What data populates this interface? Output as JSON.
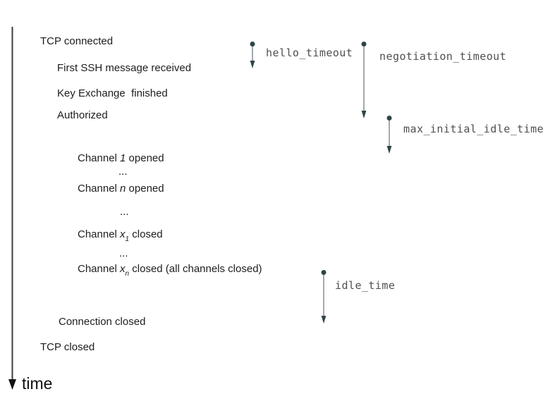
{
  "colors": {
    "background": "#ffffff",
    "event_text": "#1d1d1d",
    "timeout_label_text": "#4f4f4f",
    "timeout_marker": "#2f4447",
    "timeout_line": "#8a949a",
    "time_axis_line": "#3d3d3d",
    "time_axis_head": "#111111"
  },
  "time_axis": {
    "label": "time"
  },
  "events": {
    "tcp_connected": "TCP connected",
    "first_ssh": "First SSH message received",
    "key_exchange": "Key Exchange  finished",
    "authorized": "Authorized",
    "ellipsis": "...",
    "connection_closed": "Connection closed",
    "tcp_closed": "TCP closed"
  },
  "channel_events": [
    {
      "prefix": "Channel ",
      "variable": "1",
      "subscript": "",
      "suffix": " opened"
    },
    {
      "prefix": "Channel ",
      "variable": "n",
      "subscript": "",
      "suffix": " opened"
    },
    {
      "prefix": "Channel ",
      "variable": "x",
      "subscript": "1",
      "suffix": " closed"
    },
    {
      "prefix": "Channel ",
      "variable": "x",
      "subscript": "n",
      "suffix": " closed (all channels closed)"
    }
  ],
  "timeouts": [
    {
      "name": "hello_timeout"
    },
    {
      "name": "negotiation_timeout"
    },
    {
      "name": "max_initial_idle_time"
    },
    {
      "name": "idle_time"
    }
  ]
}
